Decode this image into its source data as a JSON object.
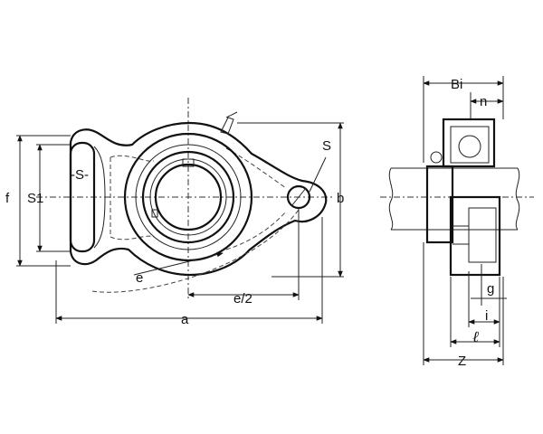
{
  "labels": {
    "a": "a",
    "b": "b",
    "e": "e",
    "e_half": "e/2",
    "f": "f",
    "s1": "S1",
    "s_side": "-S-",
    "s_hole": "S",
    "bi": "Bi",
    "n": "n",
    "g": "g",
    "i": "i",
    "l": "ℓ",
    "z": "Z"
  }
}
